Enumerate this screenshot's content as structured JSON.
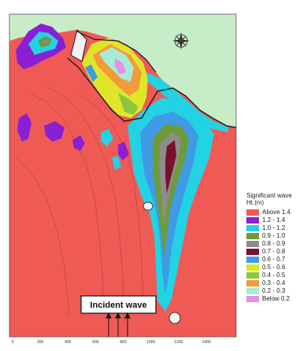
{
  "colors": {
    "land": "#c8ecc8",
    "sea": "#ef5a55",
    "coast_line": "#1a1a1a",
    "annotation_border": "#111111"
  },
  "annotation": {
    "label": "Incident wave"
  },
  "compass": {
    "icon": "north-arrow-icon"
  },
  "legend": {
    "title_line1": "Significant wave",
    "title_line2": "Ht.(m)",
    "items": [
      {
        "label": "Above 1.4",
        "color": "#ef5a55"
      },
      {
        "label": "1.2 - 1.4",
        "color": "#8a1fd6"
      },
      {
        "label": "1.0 - 1.2",
        "color": "#22d3e4"
      },
      {
        "label": "0.9 - 1.0",
        "color": "#6f9a39"
      },
      {
        "label": "0.8 - 0.9",
        "color": "#8d8d8d"
      },
      {
        "label": "0.7 - 0.8",
        "color": "#7a1030"
      },
      {
        "label": "0.6 - 0.7",
        "color": "#3f9be6"
      },
      {
        "label": "0.5 - 0.6",
        "color": "#dfe62a"
      },
      {
        "label": "0.4 - 0.5",
        "color": "#8cc63f"
      },
      {
        "label": "0.3 - 0.4",
        "color": "#f39a3a"
      },
      {
        "label": "0.2 - 0.3",
        "color": "#a6ead8"
      },
      {
        "label": "Below 0.2",
        "color": "#e68fe6"
      }
    ]
  },
  "x_axis": {
    "ticks": [
      "0",
      "200",
      "400",
      "600",
      "800",
      "1000",
      "1200",
      "1400"
    ]
  }
}
